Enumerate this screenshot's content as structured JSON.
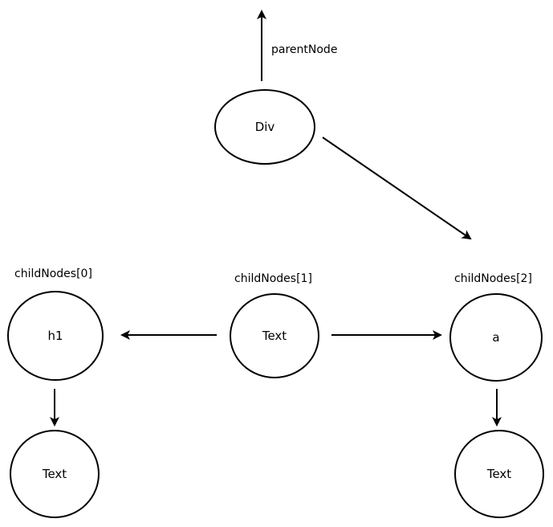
{
  "colors": {
    "stroke": "#000000",
    "background": "#ffffff",
    "text": "#000000"
  },
  "nodes": {
    "div": {
      "label": "Div"
    },
    "h1": {
      "label": "h1",
      "index_label": "childNodes[0]"
    },
    "text_middle": {
      "label": "Text",
      "index_label": "childNodes[1]"
    },
    "a": {
      "label": "a",
      "index_label": "childNodes[2]"
    },
    "h1_text": {
      "label": "Text"
    },
    "a_text": {
      "label": "Text"
    }
  },
  "edges": {
    "parent_node": {
      "label": "parentNode"
    }
  }
}
